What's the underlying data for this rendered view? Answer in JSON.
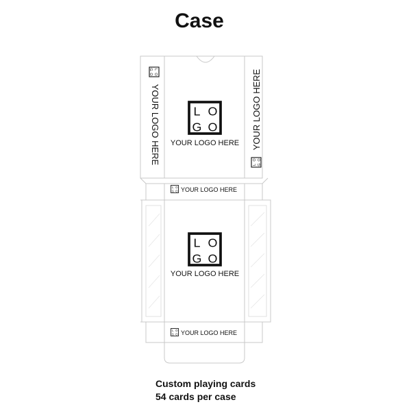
{
  "title": "Case",
  "caption": {
    "line1": "Custom playing cards",
    "line2": "54 cards per case"
  },
  "logo_mark": {
    "letters": [
      "L",
      "O",
      "G",
      "O"
    ]
  },
  "logo_text": "YOUR LOGO HERE"
}
